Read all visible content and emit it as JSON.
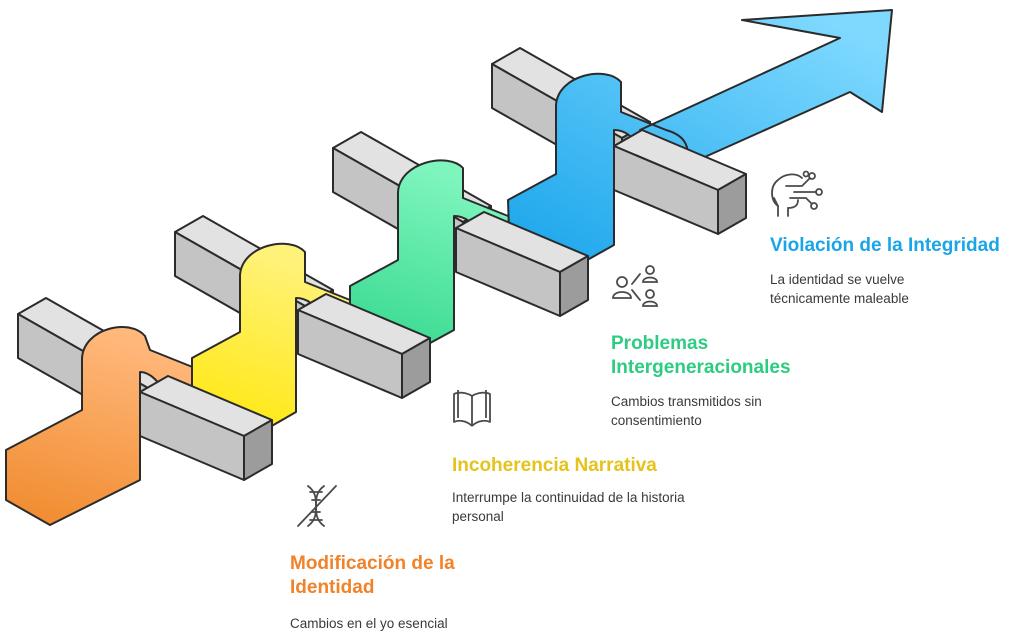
{
  "steps": [
    {
      "title": "Modificación de la Identidad",
      "description": "Cambios en el yo esencial",
      "color": "#f4892f",
      "icon": "dna-crossed-icon"
    },
    {
      "title": "Incoherencia Narrativa",
      "description": "Interrumpe la continuidad de la historia personal",
      "color": "#e8c624",
      "icon": "open-book-icon"
    },
    {
      "title": "Problemas Intergeneracionales",
      "description": "Cambios transmitidos sin consentimiento",
      "color": "#2ecf86",
      "icon": "generations-icon"
    },
    {
      "title": "Violación de la Integridad",
      "description": "La identidad se vuelve técnicamente maleable",
      "color": "#1ba8e8",
      "icon": "head-circuit-icon"
    }
  ]
}
